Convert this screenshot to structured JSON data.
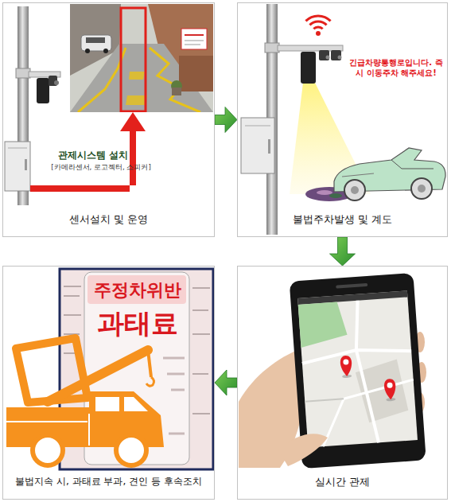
{
  "diagram": {
    "nodes": [
      {
        "text": [
          "관제시스템 설치",
          "[카메라센서, 로고젝터, 스피커]",
          "센서설치 및 운영"
        ]
      },
      {
        "text": [
          "긴급차량통행로입니다. 즉시 이동주차 해주세요!",
          "불법주차발생 및 계도"
        ]
      },
      {
        "text": [
          "주정차위반",
          "과태료",
          "불법지속 시, 과태료 부과, 견인 등 후속조치"
        ]
      },
      {
        "text": [
          "실시간 관제"
        ]
      }
    ],
    "edges": [
      {
        "from": 0,
        "to": 1,
        "arrow": "to"
      },
      {
        "from": 1,
        "to": 3,
        "arrow": "to"
      },
      {
        "from": 3,
        "to": 2,
        "arrow": "to"
      }
    ]
  }
}
